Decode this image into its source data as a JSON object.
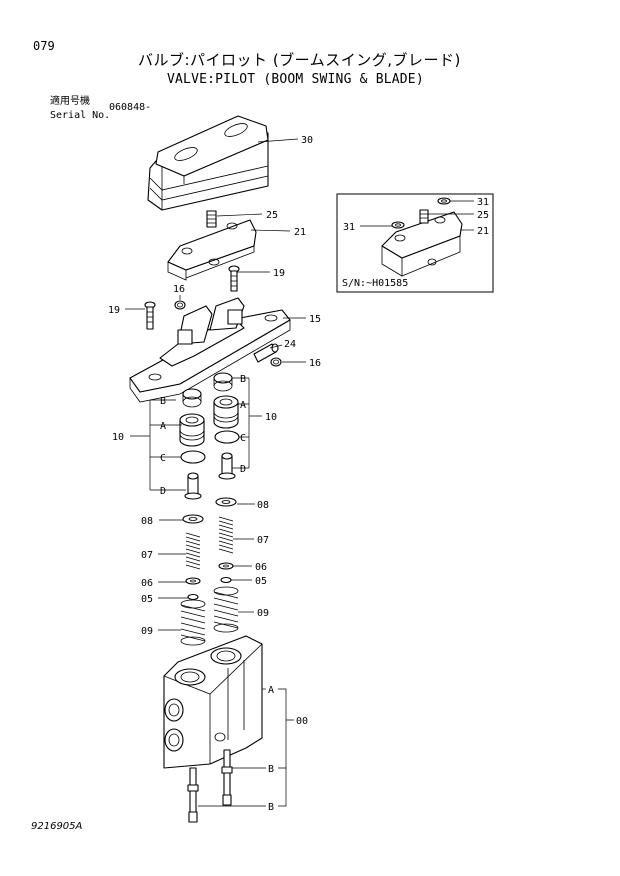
{
  "header": {
    "page_number": "079",
    "title_jp": "バルブ:パイロット (ブームスイング,ブレード)",
    "title_en": "VALVE:PILOT (BOOM SWING & BLADE)",
    "serial_label_jp": "適用号機",
    "serial_label_en": "Serial No.",
    "serial_value": "060848-"
  },
  "callouts": {
    "c30": "30",
    "c25": "25",
    "c21": "21",
    "c19a": "19",
    "c19b": "19",
    "c16a": "16",
    "c15": "15",
    "c24": "24",
    "c16b": "16",
    "cB1": "B",
    "cA1": "A",
    "cC1": "C",
    "cD1": "D",
    "c10a": "10",
    "cB2": "B",
    "cA2": "A",
    "cC2": "C",
    "cD2": "D",
    "c10b": "10",
    "c08a": "08",
    "c08b": "08",
    "c07a": "07",
    "c07b": "07",
    "c06a": "06",
    "c06b": "06",
    "c05a": "05",
    "c05b": "05",
    "c09a": "09",
    "c09b": "09",
    "cA3": "A",
    "cB3": "B",
    "cB4": "B",
    "c00": "00"
  },
  "inset": {
    "c31a": "31",
    "c25": "25",
    "c31b": "31",
    "c21": "21",
    "serial_note": "S/N:~H01585"
  },
  "footer": {
    "doc_number": "9216905A"
  }
}
